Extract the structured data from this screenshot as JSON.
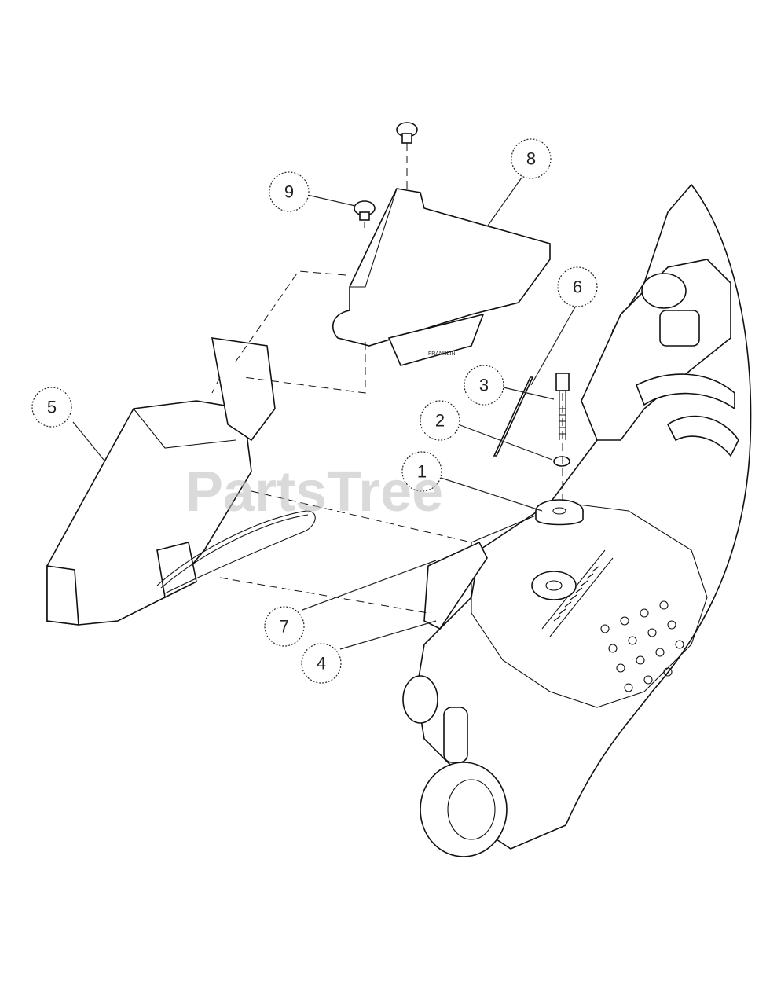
{
  "watermark": "PartsTree",
  "callouts": [
    {
      "id": "callout-1",
      "label": "1"
    },
    {
      "id": "callout-2",
      "label": "2"
    },
    {
      "id": "callout-3",
      "label": "3"
    },
    {
      "id": "callout-4",
      "label": "4"
    },
    {
      "id": "callout-5",
      "label": "5"
    },
    {
      "id": "callout-6",
      "label": "6"
    },
    {
      "id": "callout-7",
      "label": "7"
    },
    {
      "id": "callout-8",
      "label": "8"
    },
    {
      "id": "callout-9",
      "label": "9"
    }
  ]
}
